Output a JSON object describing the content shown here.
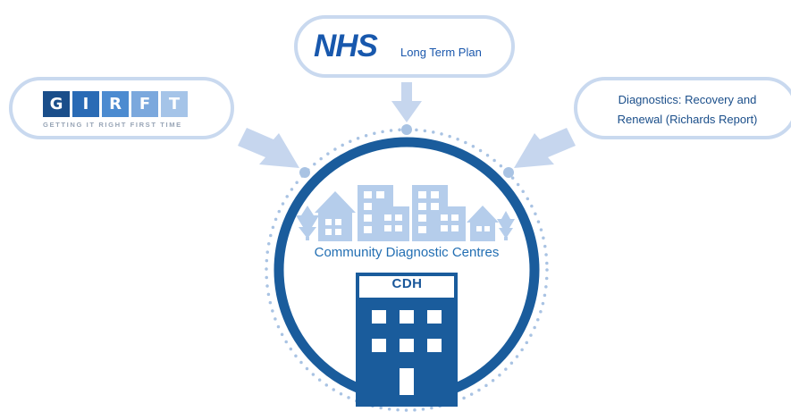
{
  "girft": {
    "letters": [
      "G",
      "I",
      "R",
      "F",
      "T"
    ],
    "letter_colors": [
      "#1a4e8a",
      "#2a6bb5",
      "#4c8bd0",
      "#7ba8dd",
      "#a5c4e8"
    ],
    "tagline": "GETTING IT RIGHT FIRST TIME"
  },
  "nhs": {
    "logo": "NHS",
    "label": "Long Term Plan"
  },
  "report": {
    "line1": "Diagnostics: Recovery and",
    "line2": "Renewal (Richards Report)"
  },
  "centre": {
    "label": "Community Diagnostic Centres",
    "building_label": "CDH"
  },
  "colors": {
    "dark_blue": "#1a5c9c",
    "light_blue": "#b5cdeb",
    "dots": "#a9c3e3"
  }
}
